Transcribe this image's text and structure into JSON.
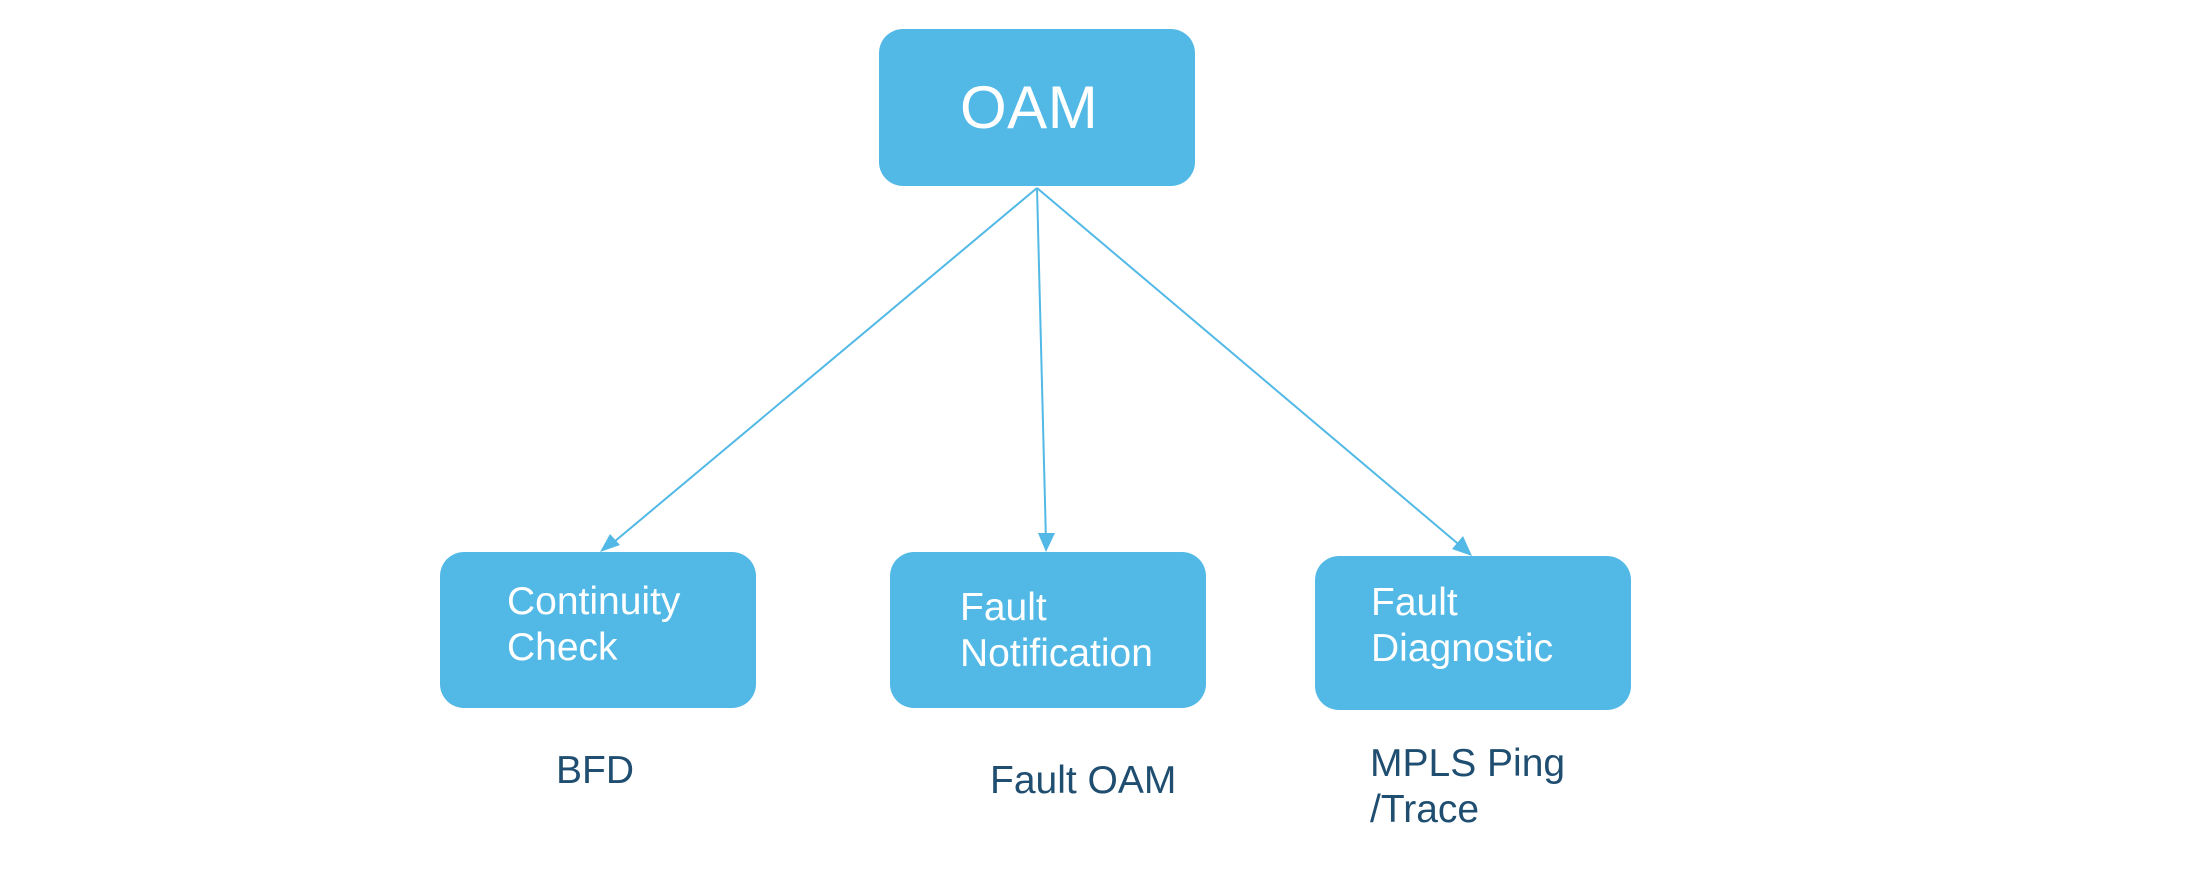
{
  "root": {
    "label": "OAM"
  },
  "children": [
    {
      "line1": "Continuity",
      "line2": "Check",
      "protocol_line1": "BFD",
      "protocol_line2": ""
    },
    {
      "line1": "Fault",
      "line2": "Notification",
      "protocol_line1": "Fault OAM",
      "protocol_line2": ""
    },
    {
      "line1": "Fault",
      "line2": "Diagnostic",
      "protocol_line1": "MPLS Ping",
      "protocol_line2": "/Trace"
    }
  ],
  "colors": {
    "node_fill": "#52b9e6",
    "node_text": "#ffffff",
    "connector": "#52b9e6",
    "protocol_text": "#1f4e70"
  }
}
